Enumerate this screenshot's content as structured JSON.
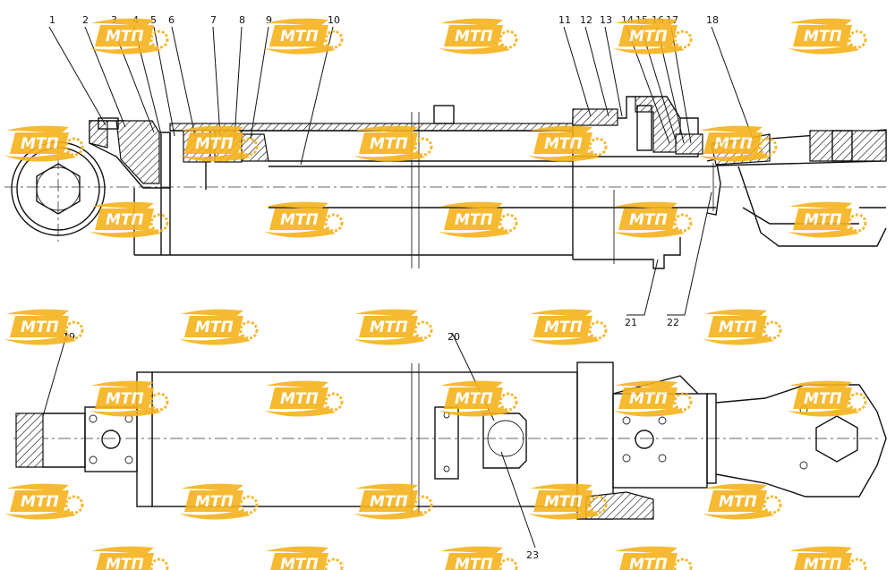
{
  "watermark": {
    "text": "МТП",
    "color": "#f6b21c"
  },
  "callouts_top": [
    "1",
    "2",
    "3",
    "4",
    "5",
    "6",
    "7",
    "8",
    "9",
    "10",
    "11",
    "12",
    "13",
    "14",
    "15",
    "16",
    "17",
    "18",
    "21",
    "22"
  ],
  "callouts_bottom": [
    "19",
    "20",
    "23"
  ]
}
